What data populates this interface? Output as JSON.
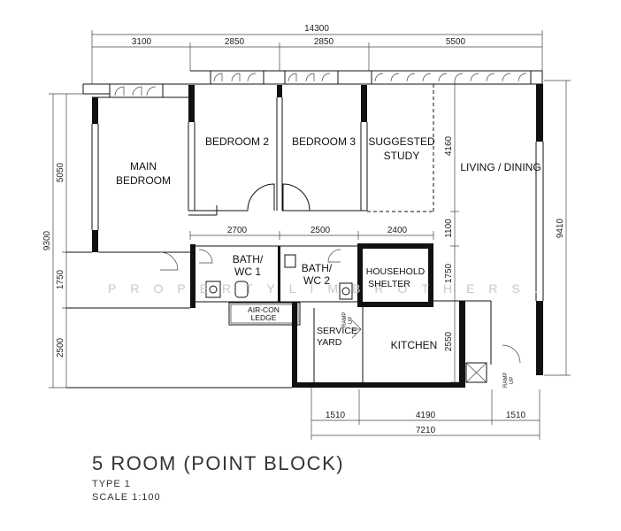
{
  "dimensions": {
    "top_total": "14300",
    "top_segments": [
      "3100",
      "2850",
      "2850",
      "5500"
    ],
    "left_total": "9300",
    "left_segments": [
      "5050",
      "1750",
      "2500"
    ],
    "right_total": "9410",
    "inner_horizontal": [
      "2700",
      "2500",
      "2400"
    ],
    "inner_vertical": [
      "4160",
      "1100",
      "1750",
      "2550"
    ],
    "bottom_segments": [
      "1510",
      "4190",
      "1510"
    ],
    "bottom_total": "7210"
  },
  "rooms": {
    "main_bedroom": [
      "MAIN",
      "BEDROOM"
    ],
    "bedroom_2": "BEDROOM 2",
    "bedroom_3": "BEDROOM 3",
    "suggested_study": [
      "SUGGESTED",
      "STUDY"
    ],
    "living_dining": "LIVING / DINING",
    "bath_wc_1": [
      "BATH/",
      "WC 1"
    ],
    "bath_wc_2": [
      "BATH/",
      "WC 2"
    ],
    "household_shelter": [
      "HOUSEHOLD",
      "SHELTER"
    ],
    "aircon_ledge": [
      "AIR-CON",
      "LEDGE"
    ],
    "service_yard": [
      "SERVICE",
      "YARD"
    ],
    "kitchen": "KITCHEN"
  },
  "labels": {
    "ramp": "RAMP",
    "up": "UP"
  },
  "watermark": "PROPERTYLIMBROTHERS.",
  "caption": {
    "title": "5 ROOM (POINT BLOCK)",
    "type": "TYPE 1",
    "scale": "SCALE 1:100"
  }
}
